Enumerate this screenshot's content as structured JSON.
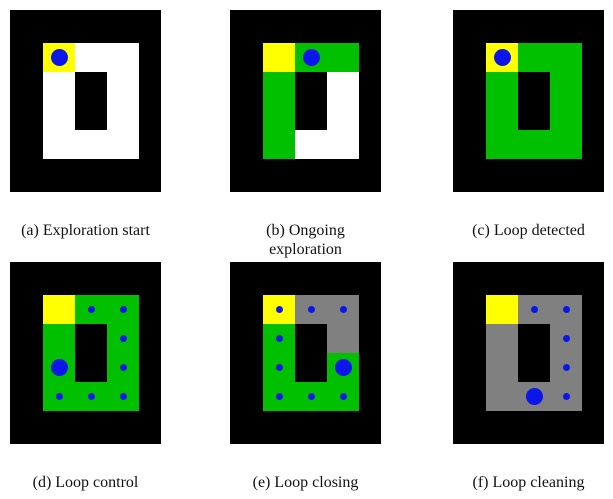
{
  "colors": {
    "wall": "#000000",
    "free": "#ffffff",
    "start": "#ffff00",
    "visited": "#00c000",
    "cleaned": "#808080",
    "robot": "#0a17e8"
  },
  "panels": [
    {
      "caption_lines": [
        "(a) Exploration start"
      ],
      "cells": [
        "YWW",
        "WXW",
        "WXW",
        "WWW"
      ],
      "dots": [
        {
          "r": 0,
          "c": 0,
          "size": "large"
        }
      ]
    },
    {
      "caption_lines": [
        "(b) Ongoing",
        "exploration"
      ],
      "cells": [
        "YGG",
        "GXW",
        "GXW",
        "GWW"
      ],
      "dots": [
        {
          "r": 0,
          "c": 1,
          "size": "large"
        }
      ]
    },
    {
      "caption_lines": [
        "(c) Loop detected"
      ],
      "cells": [
        "YGG",
        "GXG",
        "GXG",
        "GGG"
      ],
      "dots": [
        {
          "r": 0,
          "c": 0,
          "size": "large"
        }
      ]
    },
    {
      "caption_lines": [
        "(d) Loop control"
      ],
      "cells": [
        "YGG",
        "GXG",
        "GXG",
        "GGG"
      ],
      "dots": [
        {
          "r": 0,
          "c": 1,
          "size": "small"
        },
        {
          "r": 0,
          "c": 2,
          "size": "small"
        },
        {
          "r": 1,
          "c": 2,
          "size": "small"
        },
        {
          "r": 2,
          "c": 0,
          "size": "large"
        },
        {
          "r": 2,
          "c": 2,
          "size": "small"
        },
        {
          "r": 3,
          "c": 0,
          "size": "small"
        },
        {
          "r": 3,
          "c": 1,
          "size": "small"
        },
        {
          "r": 3,
          "c": 2,
          "size": "small"
        }
      ]
    },
    {
      "caption_lines": [
        "(e) Loop closing"
      ],
      "cells": [
        "YCC",
        "GXC",
        "GXG",
        "GGG"
      ],
      "dots": [
        {
          "r": 0,
          "c": 0,
          "size": "small"
        },
        {
          "r": 0,
          "c": 1,
          "size": "small"
        },
        {
          "r": 0,
          "c": 2,
          "size": "small"
        },
        {
          "r": 1,
          "c": 0,
          "size": "small"
        },
        {
          "r": 2,
          "c": 0,
          "size": "small"
        },
        {
          "r": 2,
          "c": 2,
          "size": "large"
        },
        {
          "r": 3,
          "c": 0,
          "size": "small"
        },
        {
          "r": 3,
          "c": 1,
          "size": "small"
        },
        {
          "r": 3,
          "c": 2,
          "size": "small"
        }
      ]
    },
    {
      "caption_lines": [
        "(f) Loop cleaning"
      ],
      "cells": [
        "YCC",
        "CXC",
        "CXC",
        "CCC"
      ],
      "dots": [
        {
          "r": 0,
          "c": 1,
          "size": "small"
        },
        {
          "r": 0,
          "c": 2,
          "size": "small"
        },
        {
          "r": 1,
          "c": 2,
          "size": "small"
        },
        {
          "r": 2,
          "c": 2,
          "size": "small"
        },
        {
          "r": 3,
          "c": 1,
          "size": "large"
        },
        {
          "r": 3,
          "c": 2,
          "size": "small"
        }
      ]
    }
  ]
}
